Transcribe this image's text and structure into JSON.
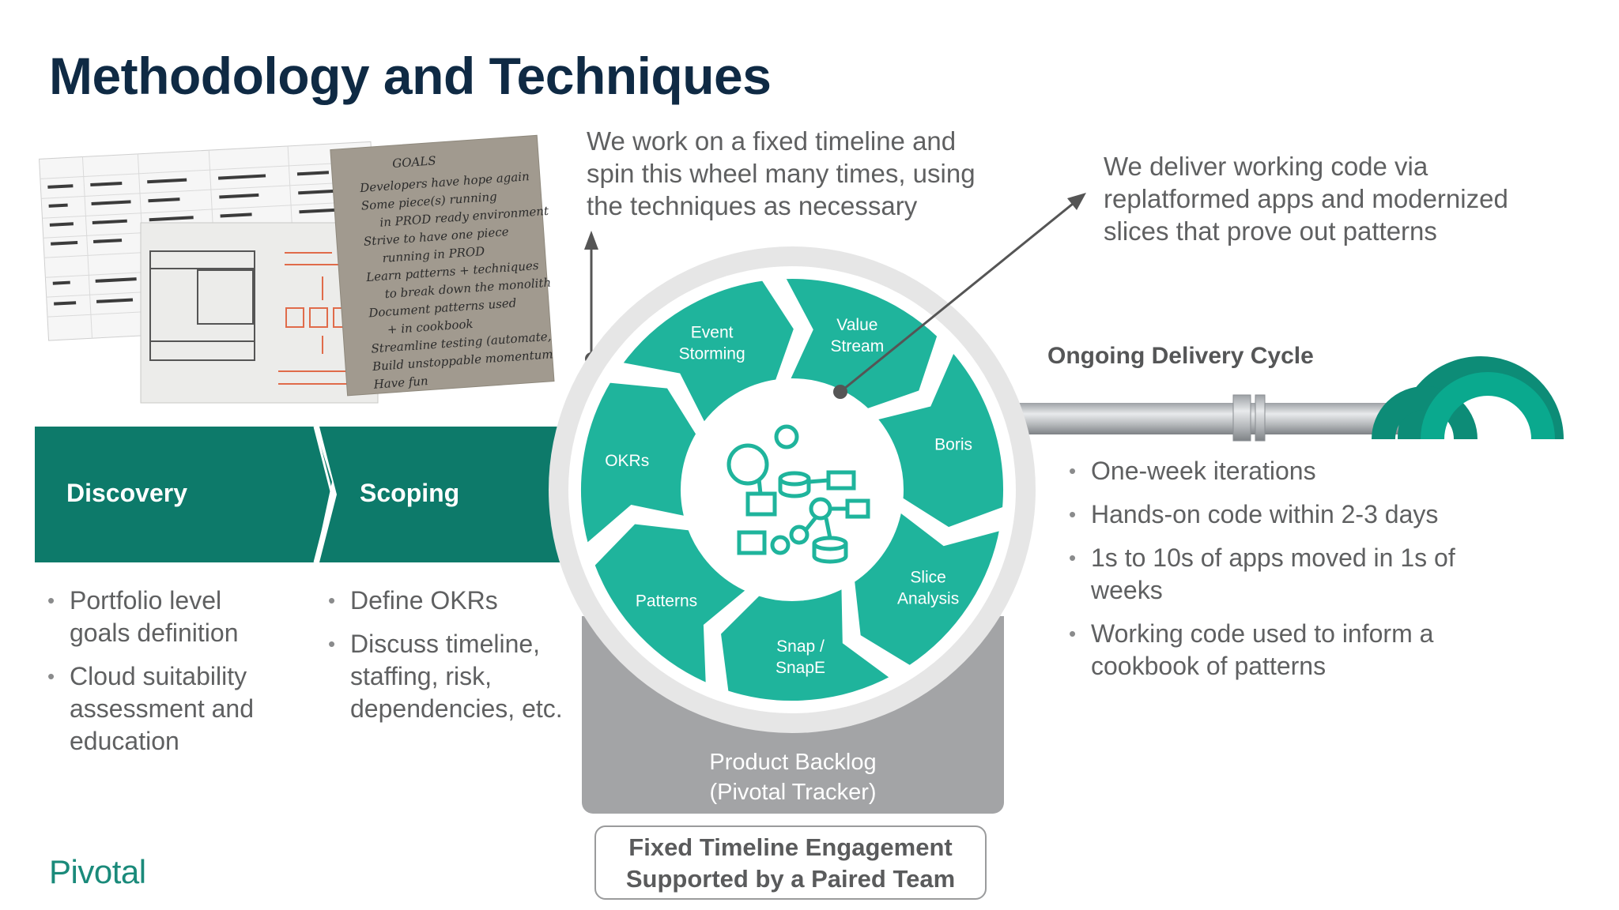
{
  "title": "Methodology and Techniques",
  "captions": {
    "fixed_timeline": [
      "We work on a fixed timeline and",
      "spin this wheel many times, using",
      "the techniques as necessary"
    ],
    "deliver": [
      "We deliver working code via",
      "replatformed apps and modernized",
      "slices that prove out patterns"
    ]
  },
  "phases": [
    {
      "label": "Discovery",
      "bullets": [
        "Portfolio level goals definition",
        "Cloud suitability assessment and education"
      ]
    },
    {
      "label": "Scoping",
      "bullets": [
        "Define OKRs",
        "Discuss timeline, staffing, risk, dependencies, etc."
      ]
    }
  ],
  "wheel": {
    "segments": [
      {
        "label_lines": [
          "Event",
          "Storming"
        ]
      },
      {
        "label_lines": [
          "Value",
          "Stream"
        ]
      },
      {
        "label_lines": [
          "Boris"
        ]
      },
      {
        "label_lines": [
          "Slice",
          "Analysis"
        ]
      },
      {
        "label_lines": [
          "Snap /",
          "SnapE"
        ]
      },
      {
        "label_lines": [
          "Patterns"
        ]
      },
      {
        "label_lines": [
          "OKRs"
        ]
      }
    ]
  },
  "backlog": {
    "line1": "Product Backlog",
    "line2": "(Pivotal Tracker)"
  },
  "engagement": {
    "line1": "Fixed Timeline Engagement",
    "line2": "Supported by a Paired Team"
  },
  "delivery": {
    "label": "Ongoing Delivery Cycle",
    "bullets": [
      "One-week iterations",
      "Hands-on code within 2-3 days",
      "1s to 10s of apps moved in 1s of weeks",
      "Working code used to inform a cookbook of patterns"
    ]
  },
  "goals_note": {
    "heading": "GOALS",
    "lines": [
      "Developers have hope again",
      "Some piece(s) running",
      "in PROD ready environment",
      "Strive to have one piece",
      "running in PROD",
      "Learn patterns + techniques",
      "to break down the monolith",
      "Document patterns used",
      "+ in cookbook",
      "Streamline testing (automate,",
      "Build unstoppable momentum",
      "Have fun"
    ]
  },
  "logo": "Pivotal",
  "colors": {
    "teal": "#1fb49c",
    "dark_teal": "#0b7a6b",
    "navy": "#0f2a44",
    "gray": "#a3a4a6"
  }
}
